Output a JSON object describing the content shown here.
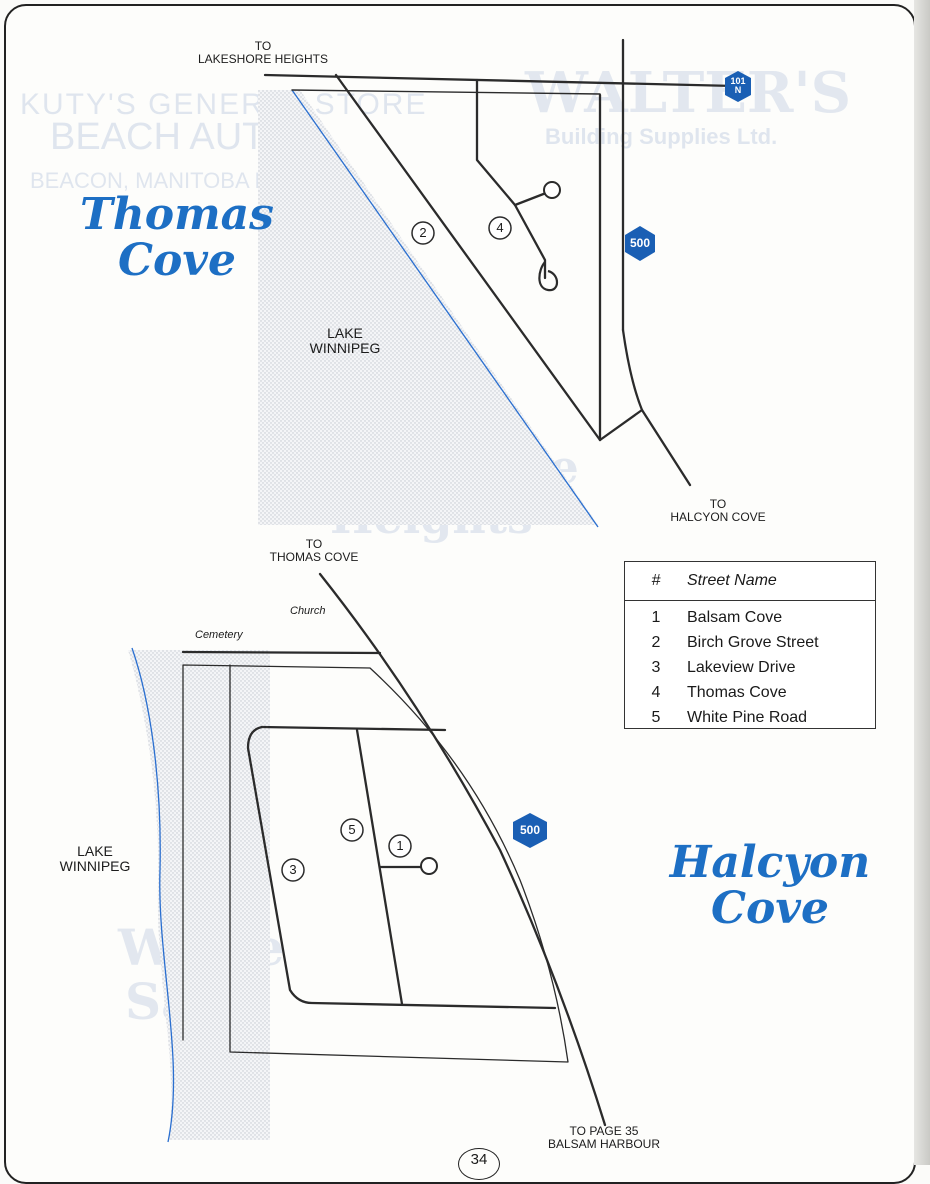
{
  "maps": {
    "thomas_cove": {
      "title_line1": "Thomas",
      "title_line2": "Cove",
      "to_north_line1": "TO",
      "to_north_line2": "LAKESHORE HEIGHTS",
      "to_south_line1": "TO",
      "to_south_line2": "HALCYON COVE",
      "lake_line1": "LAKE",
      "lake_line2": "WINNIPEG",
      "highway_101_line1": "101",
      "highway_101_line2": "N",
      "highway_500": "500",
      "street_markers": [
        "2",
        "4"
      ]
    },
    "halcyon_cove": {
      "title_line1": "Halcyon",
      "title_line2": "Cove",
      "to_north_line1": "TO",
      "to_north_line2": "THOMAS COVE",
      "to_south_line1": "TO PAGE 35",
      "to_south_line2": "BALSAM HARBOUR",
      "lake_line1": "LAKE",
      "lake_line2": "WINNIPEG",
      "church": "Church",
      "cemetery": "Cemetery",
      "highway_500": "500",
      "street_markers": [
        "5",
        "1",
        "3"
      ]
    }
  },
  "legend": {
    "col_num": "#",
    "col_name": "Street Name",
    "rows": [
      {
        "num": "1",
        "name": "Balsam Cove"
      },
      {
        "num": "2",
        "name": "Birch Grove Street"
      },
      {
        "num": "3",
        "name": "Lakeview Drive"
      },
      {
        "num": "4",
        "name": "Thomas Cove"
      },
      {
        "num": "5",
        "name": "White Pine Road"
      }
    ]
  },
  "page_number": "34",
  "colors": {
    "title_blue": "#1d6fc4",
    "shield_blue": "#1a5fb4",
    "shore_blue": "#2a6fd0"
  }
}
